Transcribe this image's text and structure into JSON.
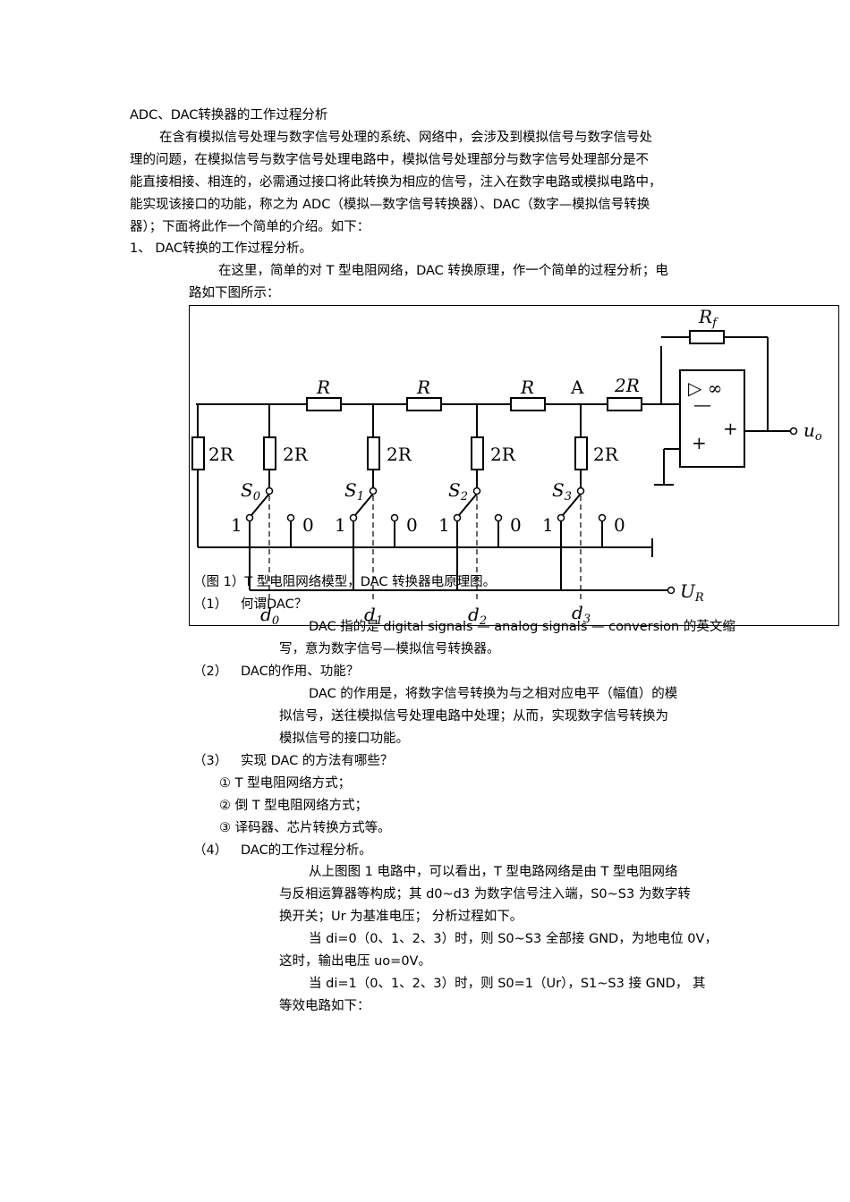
{
  "doc": {
    "title": "ADC、DAC转换器的工作过程分析",
    "intro_lines": [
      "在含有模拟信号处理与数字信号处理的系统、网络中，会涉及到模拟信号与数字信号处",
      "理的问题，在模拟信号与数字信号处理电路中，模拟信号处理部分与数字信号处理部分是不",
      "能直接相接、相连的，必需通过接口将此转换为相应的信号，注入在数字电路或模拟电路中，",
      "能实现该接口的功能，称之为 ADC（模拟—数字信号转换器）、DAC（数字—模拟信号转换",
      "器）；下面将此作一个简单的介绍。如下："
    ],
    "section1_heading": "1、 DAC转换的工作过程分析。",
    "section1_lines": [
      "在这里，简单的对 T 型电阻网络，DAC 转换原理，作一个简单的过程分析；电",
      "路如下图所示："
    ],
    "figure_caption": "（图 1）T 型电阻网络模型，DAC 转换器电原理图。",
    "q1": {
      "num": "（1）",
      "title": "何谓DAC？",
      "lines": [
        "DAC 指的是 digital signals — analog signals — conversion 的英文缩",
        "写，意为数字信号—模拟信号转换器。"
      ]
    },
    "q2": {
      "num": "（2）",
      "title": "DAC的作用、功能？",
      "lines": [
        "DAC 的作用是，将数字信号转换为与之相对应电平（幅值）的模",
        "拟信号，送往模拟信号处理电路中处理；从而，实现数字信号转换为",
        "模拟信号的接口功能。"
      ]
    },
    "q3": {
      "num": "（3）",
      "title": "实现 DAC 的方法有哪些？",
      "items": [
        "①  T 型电阻网络方式；",
        "②  倒 T 型电阻网络方式；",
        "③  译码器、芯片转换方式等。"
      ]
    },
    "q4": {
      "num": "（4）",
      "title": "DAC的工作过程分析。",
      "lines": [
        "从上图图 1 电路中，可以看出，T 型电路网络是由 T 型电阻网络",
        "与反相运算器等构成；其 d0~d3 为数字信号注入端，S0~S3 为数字转",
        "换开关；Ur 为基准电压；   分析过程如下。",
        "当 di=0（0、1、2、3）时，则 S0~S3 全部接 GND，为地电位 0V，",
        "这时，输出电压 uo=0V。",
        "当 di=1（0、1、2、3）时，则 S0=1（Ur），S1~S3 接 GND，  其",
        "等效电路如下："
      ]
    }
  },
  "circuit": {
    "rf": "R",
    "rf_sub": "f",
    "series_r": [
      "R",
      "R",
      "R"
    ],
    "node_a": "A",
    "last_r": "2R",
    "shunt_r": [
      "2R",
      "2R",
      "2R",
      "2R",
      "2R"
    ],
    "switches": [
      {
        "label": "S",
        "sub": "0"
      },
      {
        "label": "S",
        "sub": "1"
      },
      {
        "label": "S",
        "sub": "2"
      },
      {
        "label": "S",
        "sub": "3"
      }
    ],
    "pos_one": "1",
    "pos_zero": "0",
    "digits": [
      {
        "label": "d",
        "sub": "0"
      },
      {
        "label": "d",
        "sub": "1"
      },
      {
        "label": "d",
        "sub": "2"
      },
      {
        "label": "d",
        "sub": "3"
      }
    ],
    "opamp_sym": "▷ ∞",
    "opamp_minus": "—",
    "opamp_plus_out": "+",
    "opamp_plus_in": "+",
    "out_label": "u",
    "out_sub": "o",
    "ref_label": "U",
    "ref_sub": "R"
  }
}
